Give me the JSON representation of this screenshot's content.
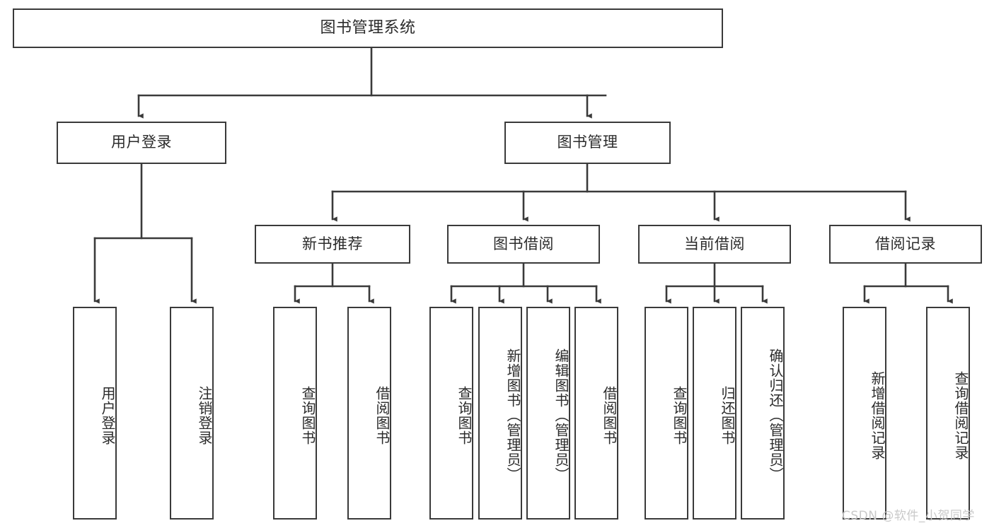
{
  "diagram": {
    "title": "图书管理系统",
    "type": "功能结构图",
    "stroke_color": "#3a3a3a",
    "text_color": "#2b2b2b",
    "background": "#ffffff"
  },
  "nodes": {
    "root": {
      "label": "图书管理系统"
    },
    "level2": [
      {
        "id": "user-login",
        "label": "用户登录"
      },
      {
        "id": "book-manage",
        "label": "图书管理"
      }
    ],
    "level3": [
      {
        "id": "new-book-recommend",
        "label": "新书推荐"
      },
      {
        "id": "book-borrow",
        "label": "图书借阅"
      },
      {
        "id": "current-borrow",
        "label": "当前借阅"
      },
      {
        "id": "borrow-record",
        "label": "借阅记录"
      }
    ],
    "leaves": {
      "user_login": [
        {
          "id": "leaf-user-login",
          "label": "用户登录"
        },
        {
          "id": "leaf-user-logout",
          "label": "注销登录"
        }
      ],
      "new_book_recommend": [
        {
          "id": "leaf-query-book-1",
          "label": "查询图书"
        },
        {
          "id": "leaf-borrow-book-1",
          "label": "借阅图书"
        }
      ],
      "book_borrow": [
        {
          "id": "leaf-query-book-2",
          "label": "查询图书"
        },
        {
          "id": "leaf-add-book",
          "label": "新增图书（管理员）"
        },
        {
          "id": "leaf-edit-book",
          "label": "编辑图书（管理员）"
        },
        {
          "id": "leaf-borrow-book-2",
          "label": "借阅图书"
        }
      ],
      "current_borrow": [
        {
          "id": "leaf-query-book-3",
          "label": "查询图书"
        },
        {
          "id": "leaf-return-book",
          "label": "归还图书"
        },
        {
          "id": "leaf-confirm-return",
          "label": "确认归还（管理员）"
        }
      ],
      "borrow_record": [
        {
          "id": "leaf-add-record",
          "label": "新增借阅记录"
        },
        {
          "id": "leaf-query-record",
          "label": "查询借阅记录"
        }
      ]
    }
  },
  "watermark": {
    "text": "CSDN @软件_小贺同学"
  }
}
